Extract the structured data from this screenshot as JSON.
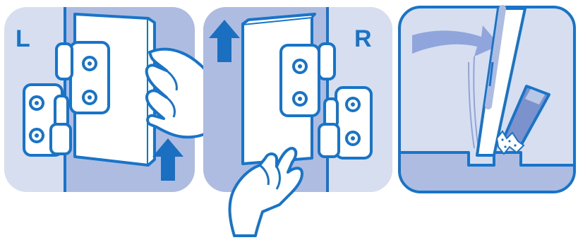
{
  "panels": [
    {
      "label": "L"
    },
    {
      "label": "R"
    },
    {
      "label": ""
    }
  ],
  "colors": {
    "outline": "#1874C8",
    "background": "#D7DEEF",
    "wall": "#AEBCE1",
    "fill_white": "#FFFFFF",
    "arrow": "#1B6FC0",
    "light_arrow": "#8FA5DC",
    "tool_dark": "#7C92CD",
    "tool_light": "#B9C7E7"
  },
  "icons": [
    "door-panel",
    "hinge-icon",
    "hand-icon",
    "up-arrow-icon",
    "screwdriver-icon",
    "curved-arrow-icon"
  ]
}
